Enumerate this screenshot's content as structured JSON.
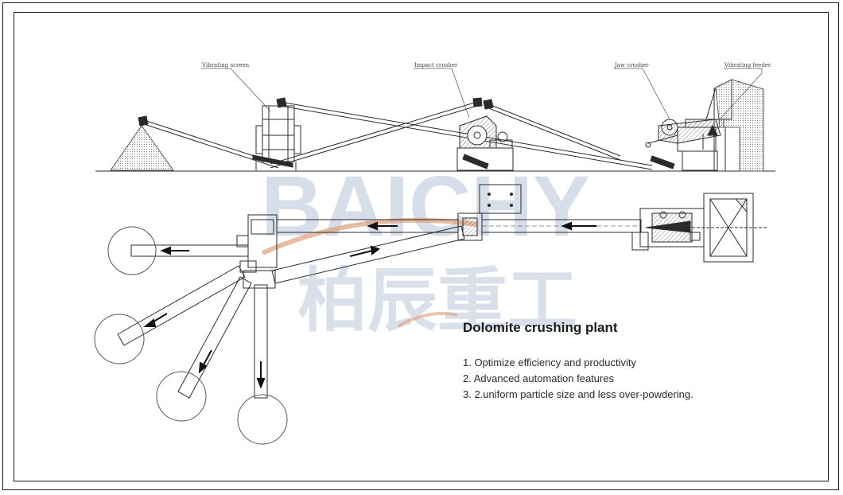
{
  "brand": {
    "watermark_latin": "BAICHY",
    "watermark_chinese": "柏辰重工",
    "watermark_color": "#c9d4e2",
    "accent_color": "#e0a07a"
  },
  "callouts": {
    "vibrating_screen": "Vibrating screen",
    "impact_crusher": "Impact crusher",
    "jaw_crusher": "Jaw crusher",
    "vibrating_feeder": "Vibrating feeder"
  },
  "info": {
    "title": "Dolomite crushing plant",
    "features": [
      "1. Optimize efficiency and productivity",
      "2. Advanced automation features",
      "3. 2.uniform particle size and less over-powdering."
    ]
  },
  "colors": {
    "line": "#2b2b2b",
    "fill_gray": "#bfbfbf",
    "arrow": "#111111"
  }
}
